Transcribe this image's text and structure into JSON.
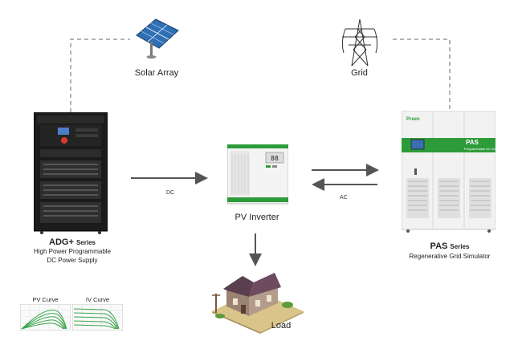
{
  "nodes": {
    "solar_array": {
      "label": "Solar  Array"
    },
    "grid": {
      "label": "Grid"
    },
    "adg": {
      "series_name": "ADG+",
      "series_word": "Series",
      "line1": "High Power Programmable",
      "line2": "DC Power Supply"
    },
    "pv_inverter": {
      "label": "PV Inverter"
    },
    "pas": {
      "series_name": "PAS",
      "series_word": "Series",
      "line1": "Regenerative Grid Simulator",
      "panel_title": "PAS",
      "panel_sub": "Programmable AC Source",
      "brand": "Preen"
    },
    "load": {
      "label": "Load"
    }
  },
  "edges": {
    "dc": {
      "label": "DC"
    },
    "ac": {
      "label": "AC"
    }
  },
  "curves": {
    "pv": {
      "label": "PV Curve"
    },
    "iv": {
      "label": "IV Curve"
    }
  },
  "colors": {
    "accent_green": "#2e9b3a",
    "arrow_gray": "#555555",
    "dash_gray": "#9a9a9a"
  }
}
